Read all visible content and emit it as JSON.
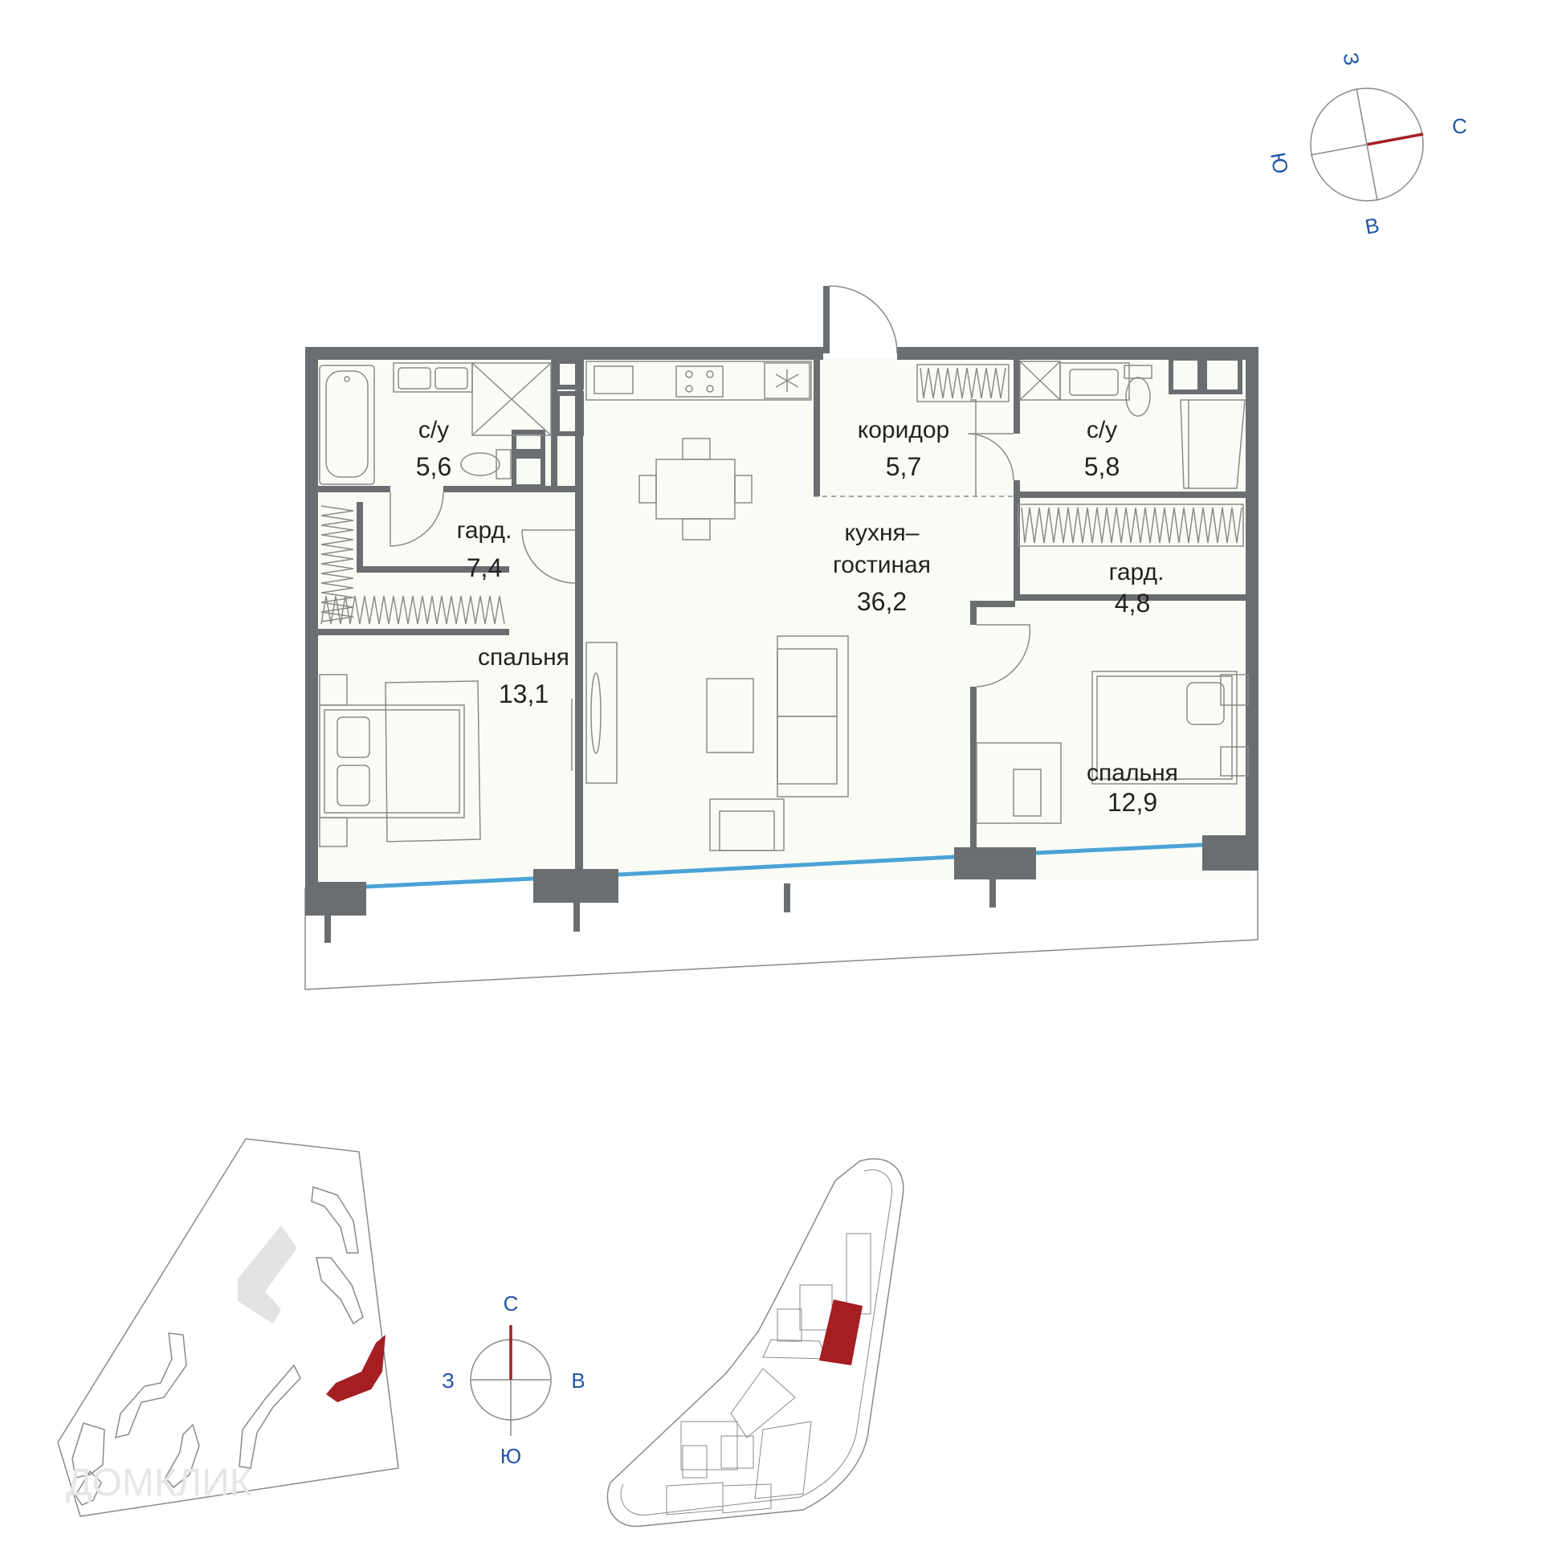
{
  "colors": {
    "wall": "#6a6e71",
    "floor": "#fbfbf6",
    "line": "#8a8a8a",
    "window": "#4aa3d6",
    "north": "#a41e22",
    "compass_text": "#1f56a6",
    "highlight": "#a41e22"
  },
  "rooms": [
    {
      "id": "bath-left",
      "name": "с/у",
      "area": "5,6"
    },
    {
      "id": "wardrobe-left",
      "name": "гард.",
      "area": "7,4"
    },
    {
      "id": "bedroom-left",
      "name": "спальня",
      "area": "13,1"
    },
    {
      "id": "corridor",
      "name": "коридор",
      "area": "5,7"
    },
    {
      "id": "kitchen-living-1",
      "name": "кухня–",
      "area": ""
    },
    {
      "id": "kitchen-living-2",
      "name": "гостиная",
      "area": "36,2"
    },
    {
      "id": "bath-right",
      "name": "с/у",
      "area": "5,8"
    },
    {
      "id": "wardrobe-right",
      "name": "гард.",
      "area": "4,8"
    },
    {
      "id": "bedroom-right",
      "name": "спальня",
      "area": "12,9"
    }
  ],
  "compass_top": {
    "n": "С",
    "s": "Ю",
    "w": "З",
    "e": "В"
  },
  "compass_bottom": {
    "n": "С",
    "s": "Ю",
    "w": "З",
    "e": "В"
  },
  "watermark": "ДОМКЛИК",
  "icons": [
    "fridge-snowflake-icon",
    "stove-icon",
    "sink-icon",
    "toilet-icon",
    "bathtub-icon",
    "shower-icon",
    "bed-icon",
    "sofa-icon",
    "table-icon",
    "armchair-icon",
    "desk-icon",
    "compass-icon"
  ]
}
